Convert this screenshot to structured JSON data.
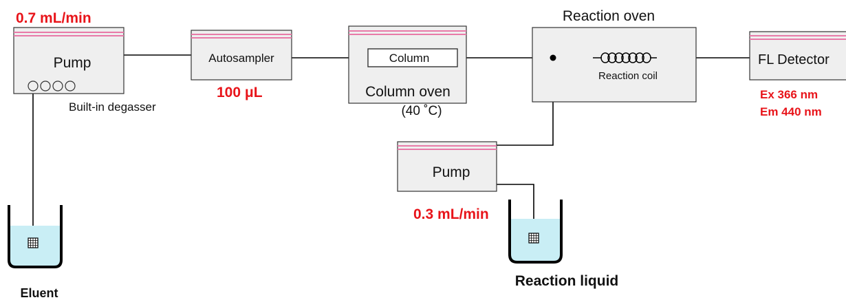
{
  "pump1": {
    "flow_rate": "0.7 mL/min",
    "label": "Pump",
    "degasser_label": "Built-in degasser"
  },
  "autosampler": {
    "label": "Autosampler",
    "injection_volume": "100 μL"
  },
  "column_oven": {
    "column_label": "Column",
    "label": "Column oven",
    "temperature": "(40 ˚C)"
  },
  "reaction_oven": {
    "label": "Reaction oven",
    "coil_label": "Reaction coil"
  },
  "detector": {
    "label": "FL Detector",
    "excitation": "Ex 366 nm",
    "emission": "Em 440 nm"
  },
  "pump2": {
    "label": "Pump",
    "flow_rate": "0.3 mL/min"
  },
  "eluent": {
    "label": "Eluent"
  },
  "reaction_liquid": {
    "label": "Reaction liquid"
  },
  "colors": {
    "accent_red": "#e8141a",
    "stripe_pink": "#e87aa8",
    "box_fill": "#efefef",
    "liquid_fill": "#c9eef5"
  }
}
